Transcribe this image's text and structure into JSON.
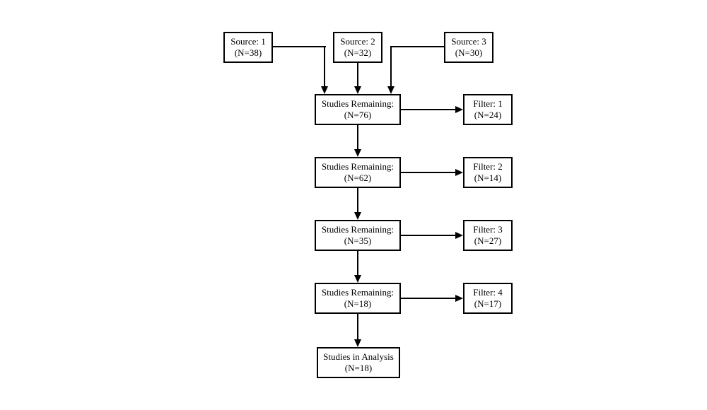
{
  "diagram": {
    "type": "flowchart",
    "background_color": "#ffffff",
    "box_fill_color": "#ffffff",
    "line_color": "#000000",
    "nodes": {
      "source1": {
        "line1": "Source: 1",
        "line2": "(N=38)"
      },
      "source2": {
        "line1": "Source: 2",
        "line2": "(N=32)"
      },
      "source3": {
        "line1": "Source: 3",
        "line2": "(N=30)"
      },
      "remaining1": {
        "line1": "Studies Remaining:",
        "line2": "(N=76)"
      },
      "filter1": {
        "line1": "Filter: 1",
        "line2": "(N=24)"
      },
      "remaining2": {
        "line1": "Studies Remaining:",
        "line2": "(N=62)"
      },
      "filter2": {
        "line1": "Filter: 2",
        "line2": "(N=14)"
      },
      "remaining3": {
        "line1": "Studies Remaining:",
        "line2": "(N=35)"
      },
      "filter3": {
        "line1": "Filter: 3",
        "line2": "(N=27)"
      },
      "remaining4": {
        "line1": "Studies Remaining:",
        "line2": "(N=18)"
      },
      "filter4": {
        "line1": "Filter: 4",
        "line2": "(N=17)"
      },
      "analysis": {
        "line1": "Studies in Analysis",
        "line2": "(N=18)"
      }
    },
    "edges": [
      {
        "from": "source1",
        "to": "remaining1"
      },
      {
        "from": "source2",
        "to": "remaining1"
      },
      {
        "from": "source3",
        "to": "remaining1"
      },
      {
        "from": "remaining1",
        "to": "filter1"
      },
      {
        "from": "remaining1",
        "to": "remaining2"
      },
      {
        "from": "remaining2",
        "to": "filter2"
      },
      {
        "from": "remaining2",
        "to": "remaining3"
      },
      {
        "from": "remaining3",
        "to": "filter3"
      },
      {
        "from": "remaining3",
        "to": "remaining4"
      },
      {
        "from": "remaining4",
        "to": "filter4"
      },
      {
        "from": "remaining4",
        "to": "analysis"
      }
    ]
  }
}
